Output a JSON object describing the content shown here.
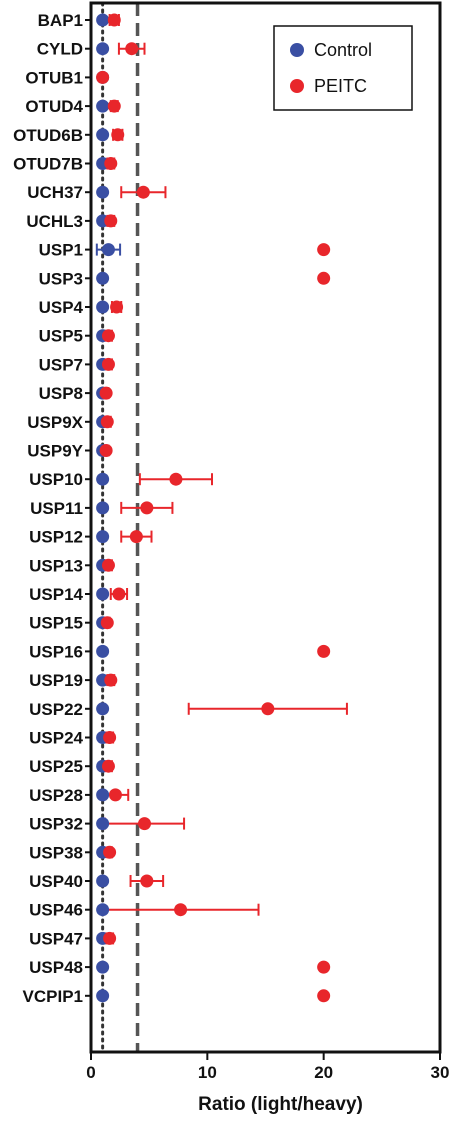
{
  "chart_data": {
    "type": "scatter",
    "orientation": "horizontal",
    "xlabel": "Ratio (light/heavy)",
    "xlim": [
      0,
      30
    ],
    "xticks": [
      0,
      10,
      20,
      30
    ],
    "reference_lines": [
      {
        "x": 1,
        "style": "dotted"
      },
      {
        "x": 4,
        "style": "dashed"
      }
    ],
    "legend": {
      "position": "top-right"
    },
    "categories": [
      "BAP1",
      "CYLD",
      "OTUB1",
      "OTUD4",
      "OTUD6B",
      "OTUD7B",
      "UCH37",
      "UCHL3",
      "USP1",
      "USP3",
      "USP4",
      "USP5",
      "USP7",
      "USP8",
      "USP9X",
      "USP9Y",
      "USP10",
      "USP11",
      "USP12",
      "USP13",
      "USP14",
      "USP15",
      "USP16",
      "USP19",
      "USP22",
      "USP24",
      "USP25",
      "USP28",
      "USP32",
      "USP38",
      "USP40",
      "USP46",
      "USP47",
      "USP48",
      "VCPIP1"
    ],
    "series": [
      {
        "name": "Control",
        "color": "#3a4fa3",
        "values": [
          1.0,
          1.0,
          1.0,
          1.0,
          1.0,
          1.0,
          1.0,
          1.0,
          1.5,
          1.0,
          1.0,
          1.0,
          1.0,
          1.0,
          1.0,
          1.0,
          1.0,
          1.0,
          1.0,
          1.0,
          1.0,
          1.0,
          1.0,
          1.0,
          1.0,
          1.0,
          1.0,
          1.0,
          1.0,
          1.0,
          1.0,
          1.0,
          1.0,
          1.0,
          1.0
        ],
        "errors": [
          0,
          0,
          0,
          0,
          0,
          0,
          0,
          0,
          1.0,
          0,
          0,
          0,
          0,
          0,
          0,
          0,
          0,
          0,
          0,
          0,
          0,
          0,
          0,
          0,
          0,
          0,
          0,
          0,
          0,
          0,
          0,
          0,
          0,
          0,
          0
        ]
      },
      {
        "name": "PEITC",
        "color": "#e8262b",
        "values": [
          2.0,
          3.5,
          1.0,
          2.0,
          2.3,
          1.7,
          4.5,
          1.7,
          20,
          20,
          2.2,
          1.5,
          1.5,
          1.3,
          1.4,
          1.3,
          7.3,
          4.8,
          3.9,
          1.5,
          2.4,
          1.4,
          20,
          1.7,
          15.2,
          1.6,
          1.5,
          2.1,
          4.6,
          1.6,
          4.8,
          7.7,
          1.6,
          20,
          20
        ],
        "errors": [
          0.4,
          1.1,
          0,
          0.3,
          0.4,
          0.3,
          1.9,
          0.3,
          0,
          0,
          0.4,
          0.3,
          0.3,
          0.2,
          0.3,
          0.2,
          3.1,
          2.2,
          1.3,
          0.3,
          0.7,
          0.2,
          0,
          0.3,
          6.8,
          0.3,
          0.3,
          1.1,
          3.4,
          0.2,
          1.4,
          6.7,
          0.3,
          0,
          0
        ]
      }
    ]
  }
}
